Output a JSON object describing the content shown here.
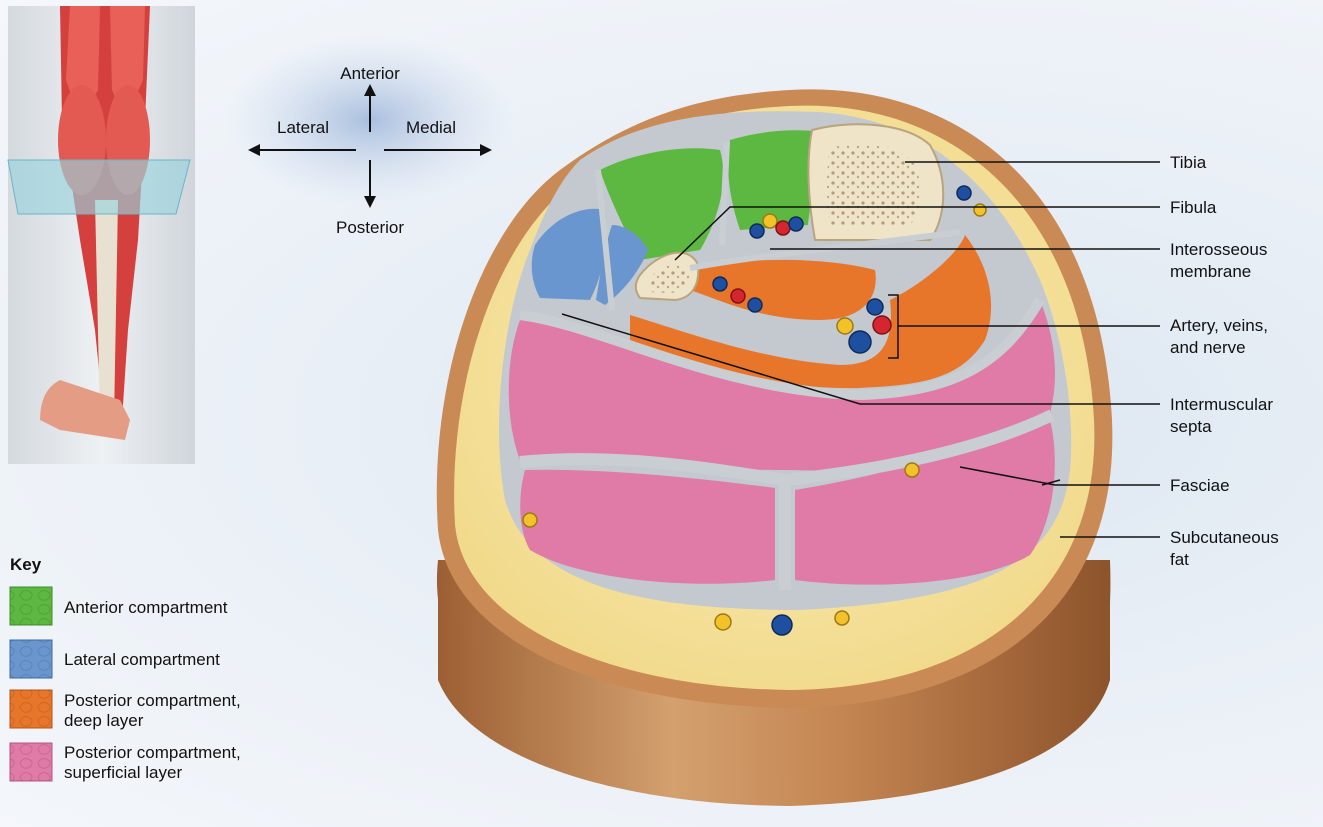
{
  "orientation": {
    "anterior": "Anterior",
    "lateral": "Lateral",
    "medial": "Medial",
    "posterior": "Posterior"
  },
  "labels": {
    "tibia": "Tibia",
    "fibula": "Fibula",
    "interosseous_1": "Interosseous",
    "interosseous_2": "membrane",
    "artery_1": "Artery, veins,",
    "artery_2": "and nerve",
    "septa_1": "Intermuscular",
    "septa_2": "septa",
    "fasciae": "Fasciae",
    "fat_1": "Subcutaneous",
    "fat_2": "fat"
  },
  "key": {
    "title": "Key",
    "items": [
      {
        "line1": "Anterior compartment",
        "line2": "",
        "color": "#5cb840"
      },
      {
        "line1": "Lateral compartment",
        "line2": "",
        "color": "#6a96cf"
      },
      {
        "line1": "Posterior compartment,",
        "line2": "deep layer",
        "color": "#e8762a"
      },
      {
        "line1": "Posterior compartment,",
        "line2": "superficial layer",
        "color": "#e07aa6"
      }
    ]
  },
  "colors": {
    "anterior": "#5cb840",
    "lateral": "#6a96cf",
    "deep": "#e8762a",
    "superficial": "#e07aa6",
    "fat": "#f7e6a4",
    "skin": "#c98a55",
    "fascia": "#c9ced3",
    "bone": "#efe3c8",
    "artery": "#d52630",
    "vein": "#1f4fa0",
    "nerve": "#f3c12a"
  }
}
